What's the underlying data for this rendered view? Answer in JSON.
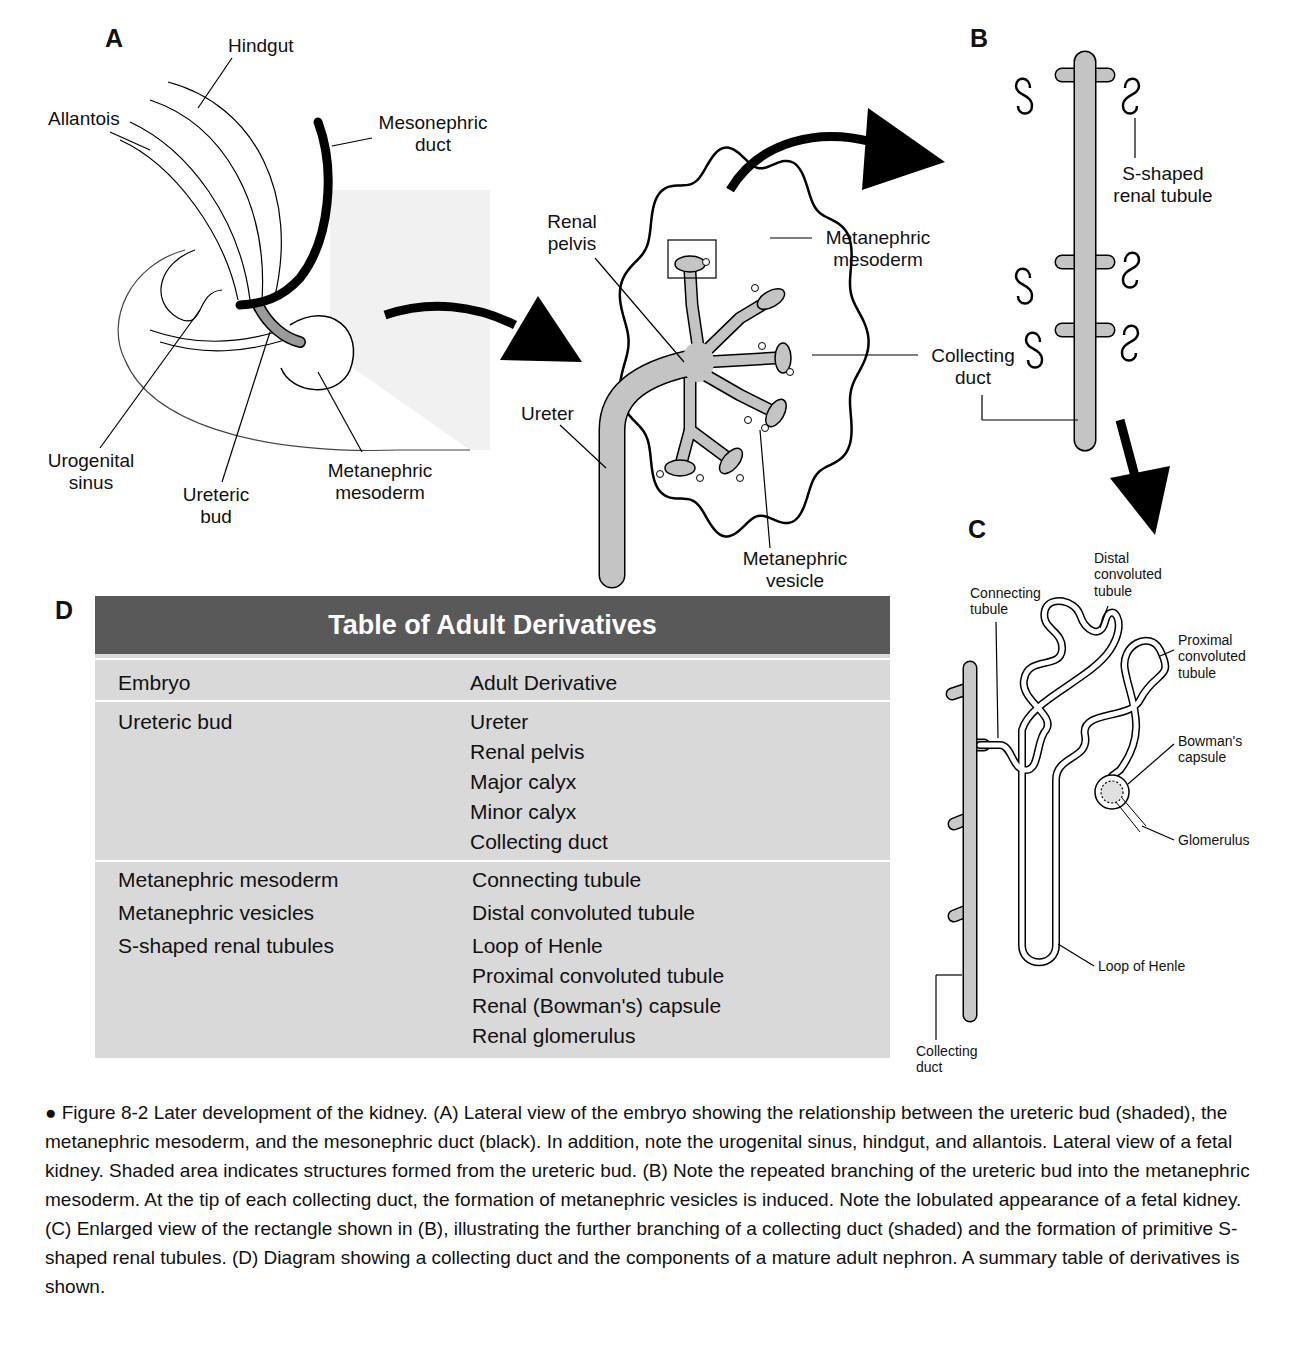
{
  "diagram": {
    "caption": "● Figure 8-2 Later development of the kidney. (A) Lateral view of the embryo showing the relationship between the ureteric bud (shaded), the metanephric mesoderm, and the mesonephric duct (black). In addition, note the urogenital sinus, hindgut, and allantois. Lateral view of a fetal kidney. Shaded area indicates structures formed from the ureteric bud. (B) Note the repeated branching of the ureteric bud into the metanephric mesoderm. At the tip of each collecting duct, the formation of metanephric vesicles is induced. Note the lobulated appearance of a fetal kidney. (C) Enlarged view of the rectangle shown in (B), illustrating the further branching of a collecting duct (shaded) and the formation of primitive S-shaped renal tubules. (D) Diagram showing a collecting duct and the components of a mature adult nephron. A summary table of derivatives is shown.",
    "nodes": [
      {
        "text": [
          "Table of Adult Derivatives"
        ]
      }
    ],
    "labels": [
      "A",
      "Hindgut",
      "Allantois",
      "Mesonephric duct",
      "Urogenital sinus",
      "Ureteric bud",
      "Metanephric mesoderm",
      "Renal pelvis",
      "Metanephric mesoderm",
      "Ureter",
      "Metanephric vesicle",
      "B",
      "S-shaped renal tubule",
      "Collecting duct",
      "C",
      "Connecting tubule",
      "Distal convoluted tubule",
      "Proximal convoluted tubule",
      "Bowman's capsule",
      "Glomerulus",
      "Loop of Henle",
      "Collecting duct",
      "D",
      "Embryo",
      "Adult Derivative",
      "Ureteric bud",
      "Ureter",
      "Renal pelvis",
      "Major calyx",
      "Minor calyx",
      "Collecting duct",
      "Metanephric mesoderm",
      "Metanephric vesicles",
      "S-shaped renal tubules",
      "Connecting tubule",
      "Distal convoluted tubule",
      "Loop of Henle",
      "Proximal convoluted tubule",
      "Renal (Bowman's) capsule",
      "Renal glomerulus"
    ]
  }
}
